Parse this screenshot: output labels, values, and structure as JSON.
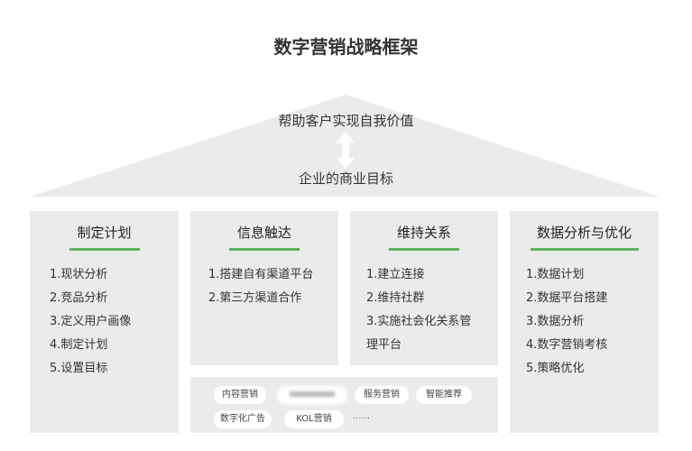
{
  "title": "数字营销战略框架",
  "roof": {
    "top": "帮助客户实现自我价值",
    "bottom": "企业的商业目标"
  },
  "columns": [
    {
      "title": "制定计划",
      "items": [
        "1.现状分析",
        "2.竞品分析",
        "3.定义用户画像",
        "4.制定计划",
        "5.设置目标"
      ]
    },
    {
      "title": "信息触达",
      "items": [
        "1.搭建自有渠道平台",
        "2.第三方渠道合作"
      ]
    },
    {
      "title": "维持关系",
      "items": [
        "1.建立连接",
        "2.维持社群",
        "3.实施社会化关系管理平台"
      ]
    },
    {
      "title": "数据分析与优化",
      "items": [
        "1.数据计划",
        "2.数据平台搭建",
        "3.数据分析",
        "4.数字营销考核",
        "5.策略优化"
      ]
    }
  ],
  "tags": [
    "内容营销",
    "",
    "服务营销",
    "智能推荐",
    "数字化广告",
    "KOL营销",
    "······"
  ],
  "colors": {
    "accent": "#5cb25c",
    "panel": "#ebebeb"
  }
}
